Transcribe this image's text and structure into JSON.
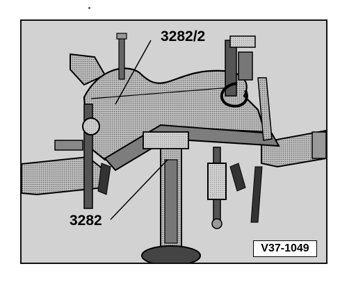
{
  "figure": {
    "callouts": {
      "upper_part": "3282/2",
      "lower_part": "3282"
    },
    "reference_code": "V37-1049"
  }
}
